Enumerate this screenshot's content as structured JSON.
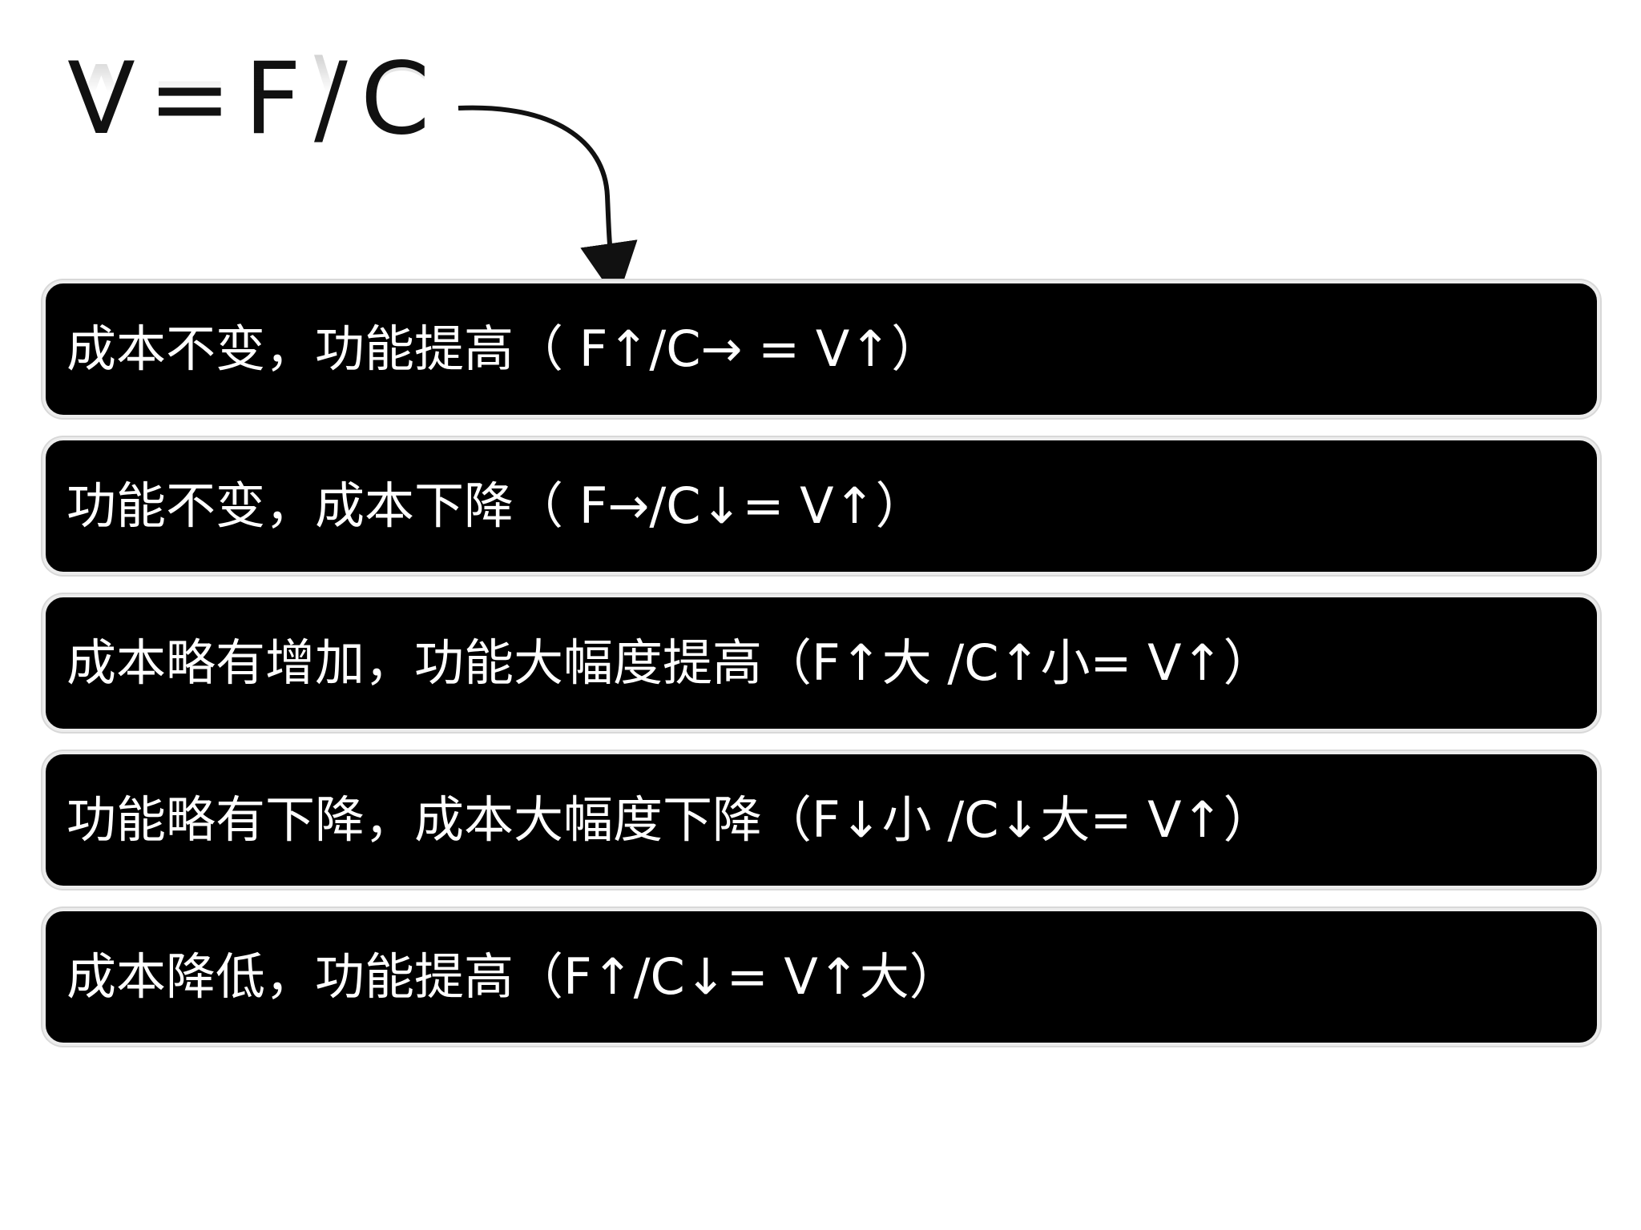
{
  "title": "V=F/C",
  "colors": {
    "box_fill": "#000000",
    "box_border": "#ececec",
    "text": "#ffffff",
    "title": "#111111",
    "arrow": "#111111"
  },
  "items": [
    {
      "label": "成本不变，功能提高（ F↑/C→ = V↑）"
    },
    {
      "label": "功能不变，成本下降（ F→/C↓= V↑）"
    },
    {
      "label": "成本略有增加，功能大幅度提高（F↑大 /C↑小= V↑）"
    },
    {
      "label": "功能略有下降，成本大幅度下降（F↓小 /C↓大= V↑）"
    },
    {
      "label": "成本降低，功能提高（F↑/C↓= V↑大）"
    }
  ]
}
